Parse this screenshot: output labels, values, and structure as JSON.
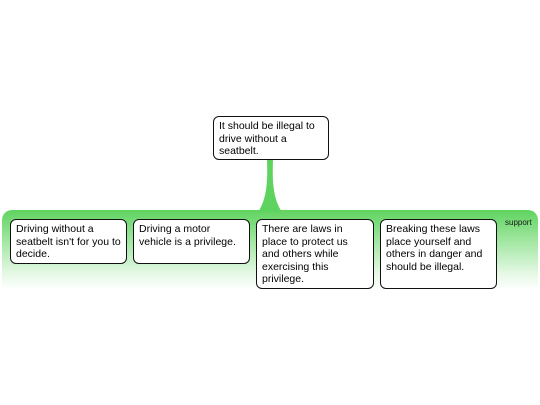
{
  "claim": {
    "text": "It should be illegal to drive without a seatbelt."
  },
  "support_group": {
    "label": "support",
    "reasons": [
      {
        "text": "Driving without a seatbelt isn't for you to decide."
      },
      {
        "text": "Driving a motor vehicle is a privilege."
      },
      {
        "text": "There are laws in place to protect us and others while exercising this privilege."
      },
      {
        "text": "Breaking these laws place yourself and others in danger and should be illegal."
      }
    ]
  },
  "colors": {
    "connector": "#5fd35f",
    "band_top": "#5fd35f",
    "box_border": "#111111"
  }
}
